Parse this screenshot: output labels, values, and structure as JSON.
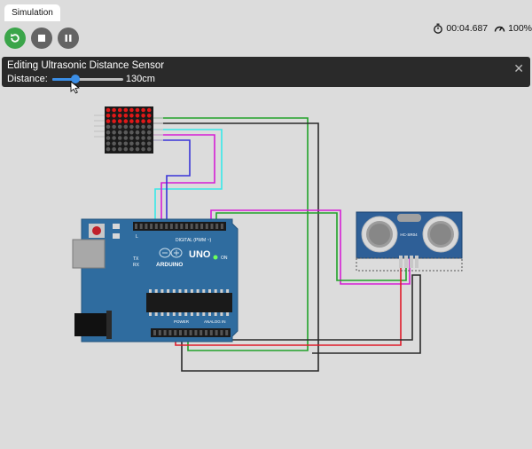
{
  "tab": {
    "label": "Simulation"
  },
  "toolbar": {
    "restart": "restart-icon",
    "stop": "stop-icon",
    "pause": "pause-icon"
  },
  "stats": {
    "time": "00:04.687",
    "speed": "100%"
  },
  "editor": {
    "title": "Editing Ultrasonic Distance Sensor",
    "distance_label": "Distance:",
    "distance_value": "130cm",
    "distance_fraction": 0.33
  },
  "board": {
    "logo": "UNO",
    "brand": "ARDUINO",
    "digital_label": "DIGITAL (PWM ~)",
    "power_label": "POWER",
    "analog_label": "ANALOG IN",
    "on_label": "ON",
    "tx": "TX",
    "rx": "RX",
    "l": "L"
  },
  "sensor": {
    "model": "HC-SR04"
  },
  "colors": {
    "accent": "#3b8ee6",
    "restart": "#3ba54a",
    "button_gray": "#646464",
    "board": "#2f6c9f",
    "matrix_on": "#e01818"
  }
}
